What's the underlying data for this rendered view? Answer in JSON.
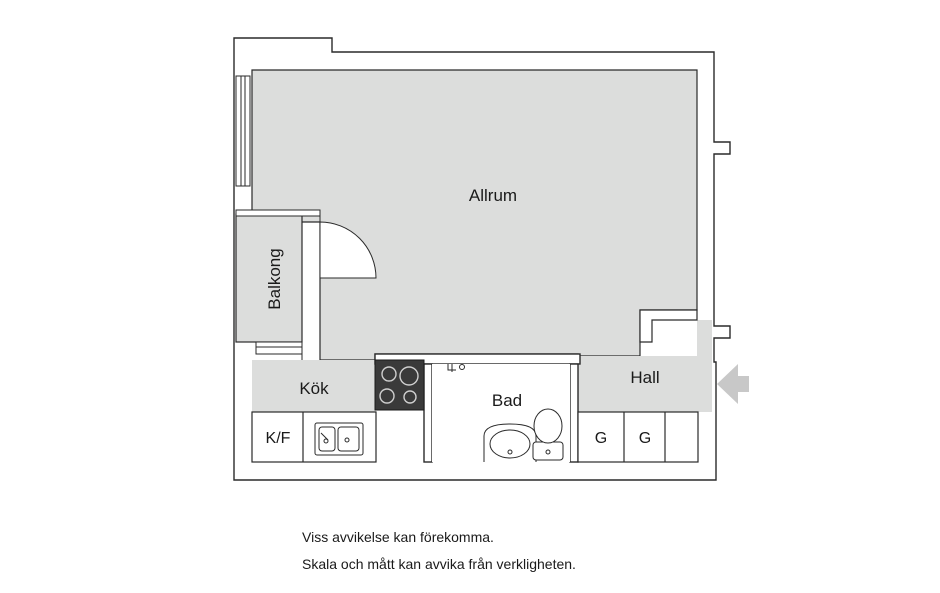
{
  "plan": {
    "rooms": {
      "allrum": "Allrum",
      "balkong": "Balkong",
      "kok": "Kök",
      "bad": "Bad",
      "hall": "Hall"
    },
    "fixtures": {
      "fridge_freezer": "K/F",
      "wardrobe_1": "G",
      "wardrobe_2": "G"
    },
    "colors": {
      "floor": "#dcdddc",
      "wall": "#2a2a2a",
      "entrance_arrow": "#c8c8c8"
    }
  },
  "notes": {
    "line1": "Viss avvikelse kan förekomma.",
    "line2": "Skala och mått kan avvika från verkligheten."
  }
}
